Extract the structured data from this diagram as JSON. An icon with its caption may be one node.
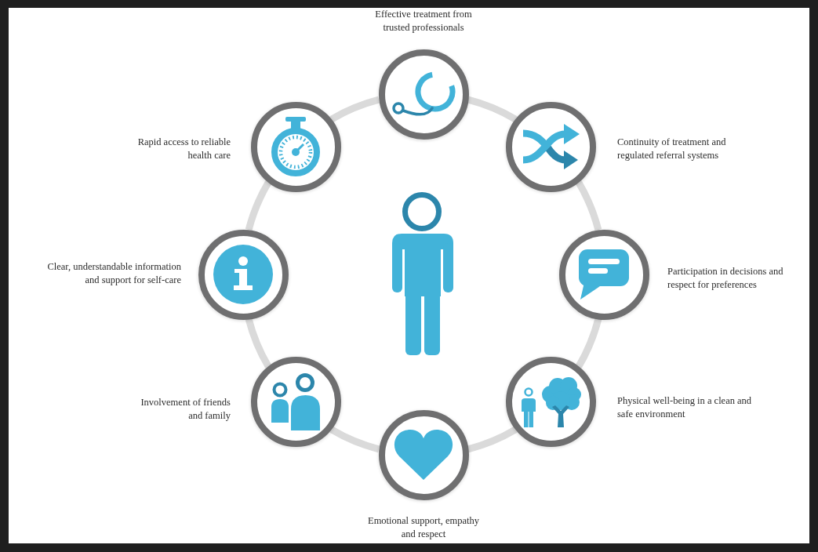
{
  "diagram": {
    "nodes": [
      {
        "text": [],
        "shape": "circle",
        "beside": [
          "Effective treatment from trusted professionals"
        ]
      },
      {
        "text": [],
        "shape": "circle",
        "beside": [
          "Continuity of treatment and regulated referral systems"
        ]
      },
      {
        "text": [],
        "shape": "circle",
        "beside": [
          "Participation in decisions and respect for preferences"
        ]
      },
      {
        "text": [],
        "shape": "circle",
        "beside": [
          "Physical well-being in a clean and safe environment"
        ]
      },
      {
        "text": [],
        "shape": "circle",
        "beside": [
          "Emotional support, empathy and respect"
        ]
      },
      {
        "text": [],
        "shape": "circle",
        "beside": [
          "Involvement of friends and family"
        ]
      },
      {
        "text": [],
        "shape": "circle",
        "beside": [
          "Clear, understandable information and support for self-care"
        ]
      },
      {
        "text": [],
        "shape": "circle",
        "beside": [
          "Rapid access to reliable health care"
        ]
      }
    ],
    "edges": [
      {
        "from": 0,
        "to": 1,
        "arrow": "none"
      },
      {
        "from": 1,
        "to": 2,
        "arrow": "none"
      },
      {
        "from": 2,
        "to": 3,
        "arrow": "none"
      },
      {
        "from": 3,
        "to": 4,
        "arrow": "none"
      },
      {
        "from": 4,
        "to": 5,
        "arrow": "none"
      },
      {
        "from": 5,
        "to": 6,
        "arrow": "none"
      },
      {
        "from": 6,
        "to": 7,
        "arrow": "none"
      },
      {
        "from": 7,
        "to": 0,
        "arrow": "none"
      }
    ]
  }
}
